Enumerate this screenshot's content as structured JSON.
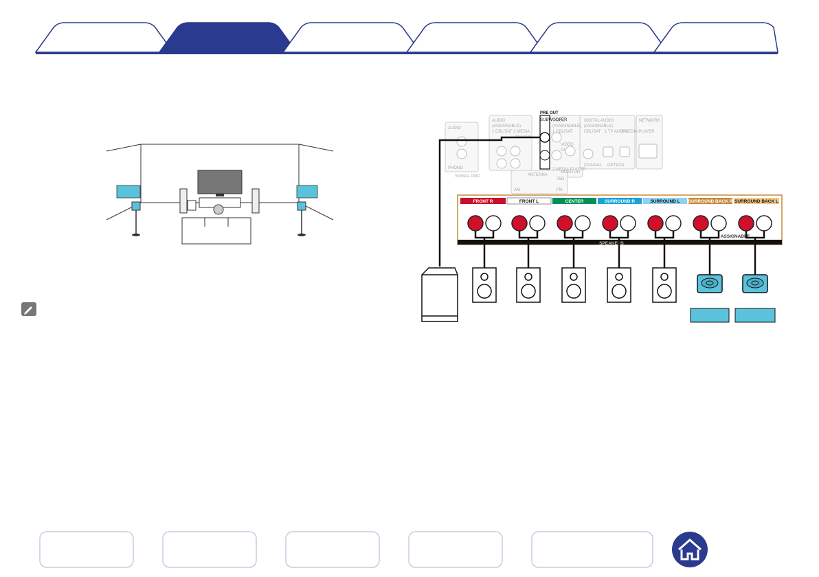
{
  "tabs": [
    {
      "label": "",
      "active": false
    },
    {
      "label": "",
      "active": true
    },
    {
      "label": "",
      "active": false
    },
    {
      "label": "",
      "active": false
    },
    {
      "label": "",
      "active": false
    },
    {
      "label": "",
      "active": false
    }
  ],
  "rear_panel": {
    "audio_out": "AUDIO",
    "audio_in": "AUDIO",
    "assignable": "(ASSIGNABLE)",
    "cbl_sat_media": "1 CBL/SAT 2 MEDIA",
    "player": "PLAYER",
    "pre_out": "PRE OUT",
    "subwoofer": "SUBWOOFER",
    "video_in": "VIDEO",
    "video_assignable": "(ASSIGNABLE)",
    "video_cbl_sat": "1 CBL/SAT",
    "video_media_player": "2 MEDIA PLAYER",
    "monitor_video": "VIDEO",
    "monitor_out": "OUT",
    "monitor": "MONITOR",
    "digital_audio": "DIGITAL AUDIO",
    "digital_assignable": "(ASSIGNABLE)",
    "cbl_sat": "CBL/SAT",
    "tv_audio": "1 TV AUDIO",
    "media_player": "2 MEDIA PLAYER",
    "coaxial": "COAXIAL",
    "optical": "OPTICAL",
    "network": "NETWORK",
    "phono": "PHONO",
    "signal_gnd": "SIGNAL GND",
    "antenna": "ANTENNA",
    "am": "AM",
    "fm": "FM",
    "fm_ohm": "75Ω",
    "speakers": "SPEAKERS",
    "assignable_speakers": "ASSIGNABLE"
  },
  "speaker_channels": [
    {
      "label": "FRONT R",
      "color": "#c8102e"
    },
    {
      "label": "FRONT L",
      "color": "#ffffff"
    },
    {
      "label": "CENTER",
      "color": "#00915a"
    },
    {
      "label": "SURROUND R",
      "color": "#1ba3d6"
    },
    {
      "label": "SURROUND L",
      "color": "#8ed3ef"
    },
    {
      "label": "SURROUND BACK R",
      "color": "#c68a3c"
    },
    {
      "label": "SURROUND BACK L",
      "color": "#f2c88a"
    }
  ],
  "colors": {
    "tab_blue": "#2a3a8e",
    "label_box": "#5bc2dc",
    "speaker_red": "#d0102a",
    "height_speaker": "#5bc2dc"
  }
}
